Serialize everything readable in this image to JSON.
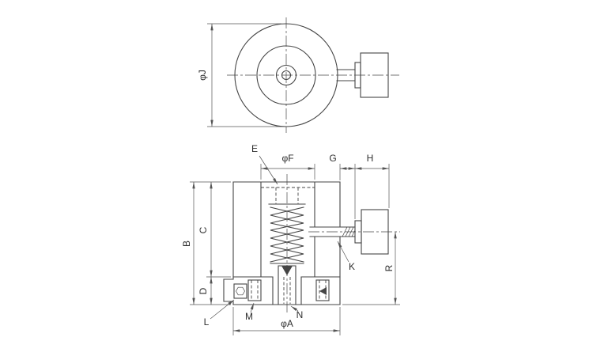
{
  "drawing": {
    "labels": {
      "phi_j": "φJ",
      "e": "E",
      "phi_f": "φF",
      "g": "G",
      "h": "H",
      "b": "B",
      "c": "C",
      "d": "D",
      "k": "K",
      "r": "R",
      "l": "L",
      "m": "M",
      "n": "N",
      "phi_a": "φA"
    },
    "colors": {
      "line": "#454545",
      "dim": "#555555",
      "background": "#ffffff"
    }
  }
}
